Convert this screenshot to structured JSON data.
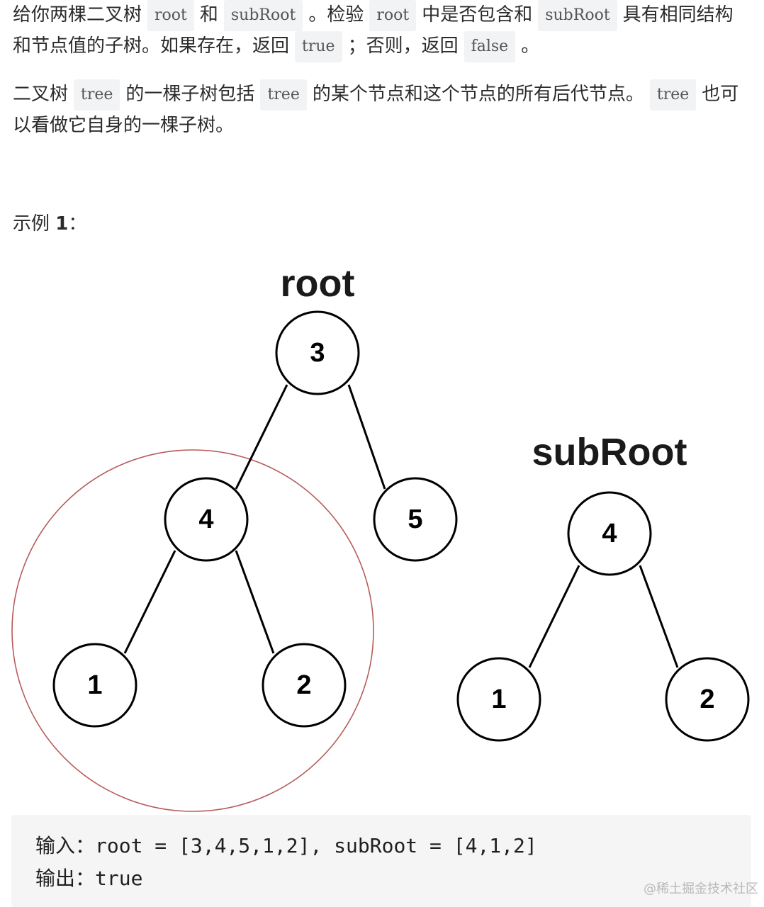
{
  "description": {
    "p1": {
      "t1": "给你两棵二叉树",
      "c1": "root",
      "t2": "和",
      "c2": "subRoot",
      "t3": "。检验",
      "c3": "root",
      "t4": "中是否包含和",
      "c4": "subRoot",
      "t5": "具有相同结构和节点值的子树。如果存在，返回",
      "c5": "true",
      "t6": "；否则，返回",
      "c6": "false",
      "t7": "。"
    },
    "p2": {
      "t1": "二叉树",
      "c1": "tree",
      "t2": "的一棵子树包括",
      "c2": "tree",
      "t3": "的某个节点和这个节点的所有后代节点。",
      "c3": "tree",
      "t4": "也可以看做它自身的一棵子树。"
    }
  },
  "example": {
    "title_prefix": "示例 ",
    "title_number": "1",
    "title_suffix": "："
  },
  "diagram": {
    "root_tree": {
      "title": "root",
      "nodes": [
        "3",
        "4",
        "5",
        "1",
        "2"
      ]
    },
    "sub_tree": {
      "title": "subRoot",
      "nodes": [
        "4",
        "1",
        "2"
      ]
    },
    "highlight_color": "#b75b5b"
  },
  "io": {
    "input_label": "输入：",
    "input_value": "root = [3,4,5,1,2], subRoot = [4,1,2]",
    "output_label": "输出：",
    "output_value": "true"
  },
  "watermark": "@稀土掘金技术社区"
}
